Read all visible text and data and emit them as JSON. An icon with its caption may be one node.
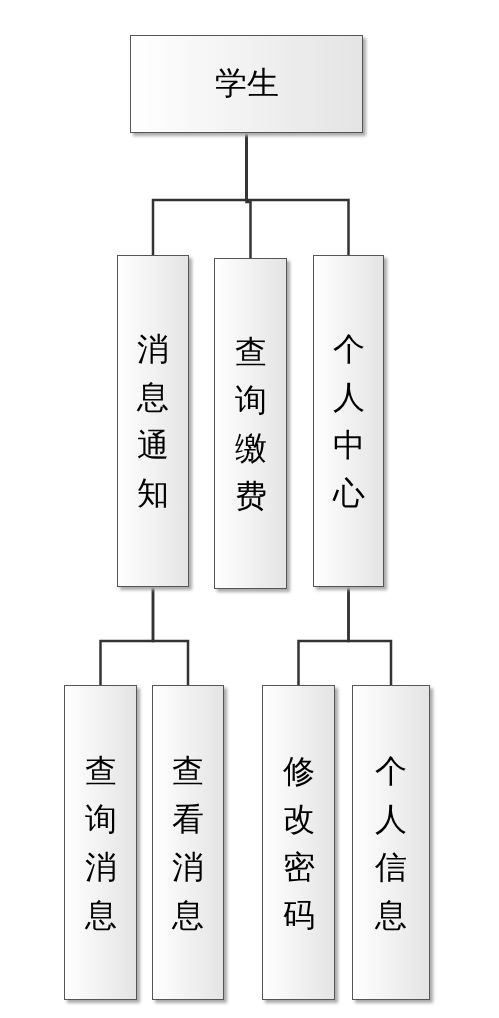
{
  "diagram": {
    "nodes": [
      {
        "text": [
          "学生"
        ]
      },
      {
        "text": [
          "消息通知"
        ]
      },
      {
        "text": [
          "查询缴费"
        ]
      },
      {
        "text": [
          "个人中心"
        ]
      },
      {
        "text": [
          "查询消息"
        ]
      },
      {
        "text": [
          "查看消息"
        ]
      },
      {
        "text": [
          "修改密码"
        ]
      },
      {
        "text": [
          "个人信息"
        ]
      }
    ],
    "edges": [
      {
        "from": 0,
        "to": 1,
        "arrow": "none"
      },
      {
        "from": 0,
        "to": 2,
        "arrow": "none"
      },
      {
        "from": 0,
        "to": 3,
        "arrow": "none"
      },
      {
        "from": 1,
        "to": 4,
        "arrow": "none"
      },
      {
        "from": 1,
        "to": 5,
        "arrow": "none"
      },
      {
        "from": 3,
        "to": 6,
        "arrow": "none"
      },
      {
        "from": 3,
        "to": 7,
        "arrow": "none"
      }
    ]
  }
}
